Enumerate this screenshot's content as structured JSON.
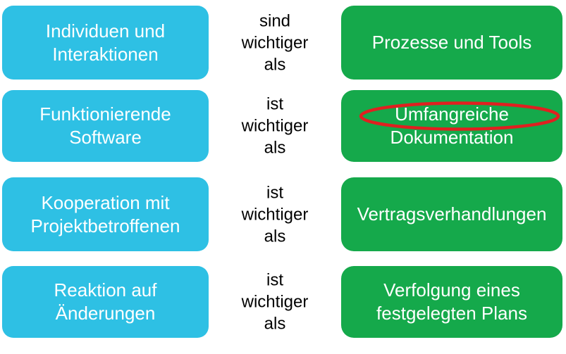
{
  "diagram": {
    "description": "Agile Manifesto values (German): left items are valued more than right items",
    "rows": [
      {
        "left": "Individuen und\nInteraktionen",
        "middle": "sind\nwichtiger\nals",
        "right": "Prozesse und Tools",
        "annotated": false
      },
      {
        "left": "Funktionierende\nSoftware",
        "middle": "ist\nwichtiger\nals",
        "right": "Umfangreiche\nDokumentation",
        "annotated": true,
        "annotation": "red ellipse circling the word Umfangreiche"
      },
      {
        "left": "Kooperation mit\nProjektbetroffenen",
        "middle": "ist\nwichtiger\nals",
        "right": "Vertragsverhandlungen",
        "annotated": false
      },
      {
        "left": "Reaktion auf\nÄnderungen",
        "middle": "ist\nwichtiger\nals",
        "right": "Verfolgung eines\nfestgelegten Plans",
        "annotated": false
      }
    ]
  },
  "colors": {
    "agile_box": "#2EC0E4",
    "traditional_box": "#15A94B",
    "annotation_red": "#E02020",
    "box_text": "#FFFFFF",
    "comparison_text": "#000000",
    "background": "#FFFFFF"
  }
}
